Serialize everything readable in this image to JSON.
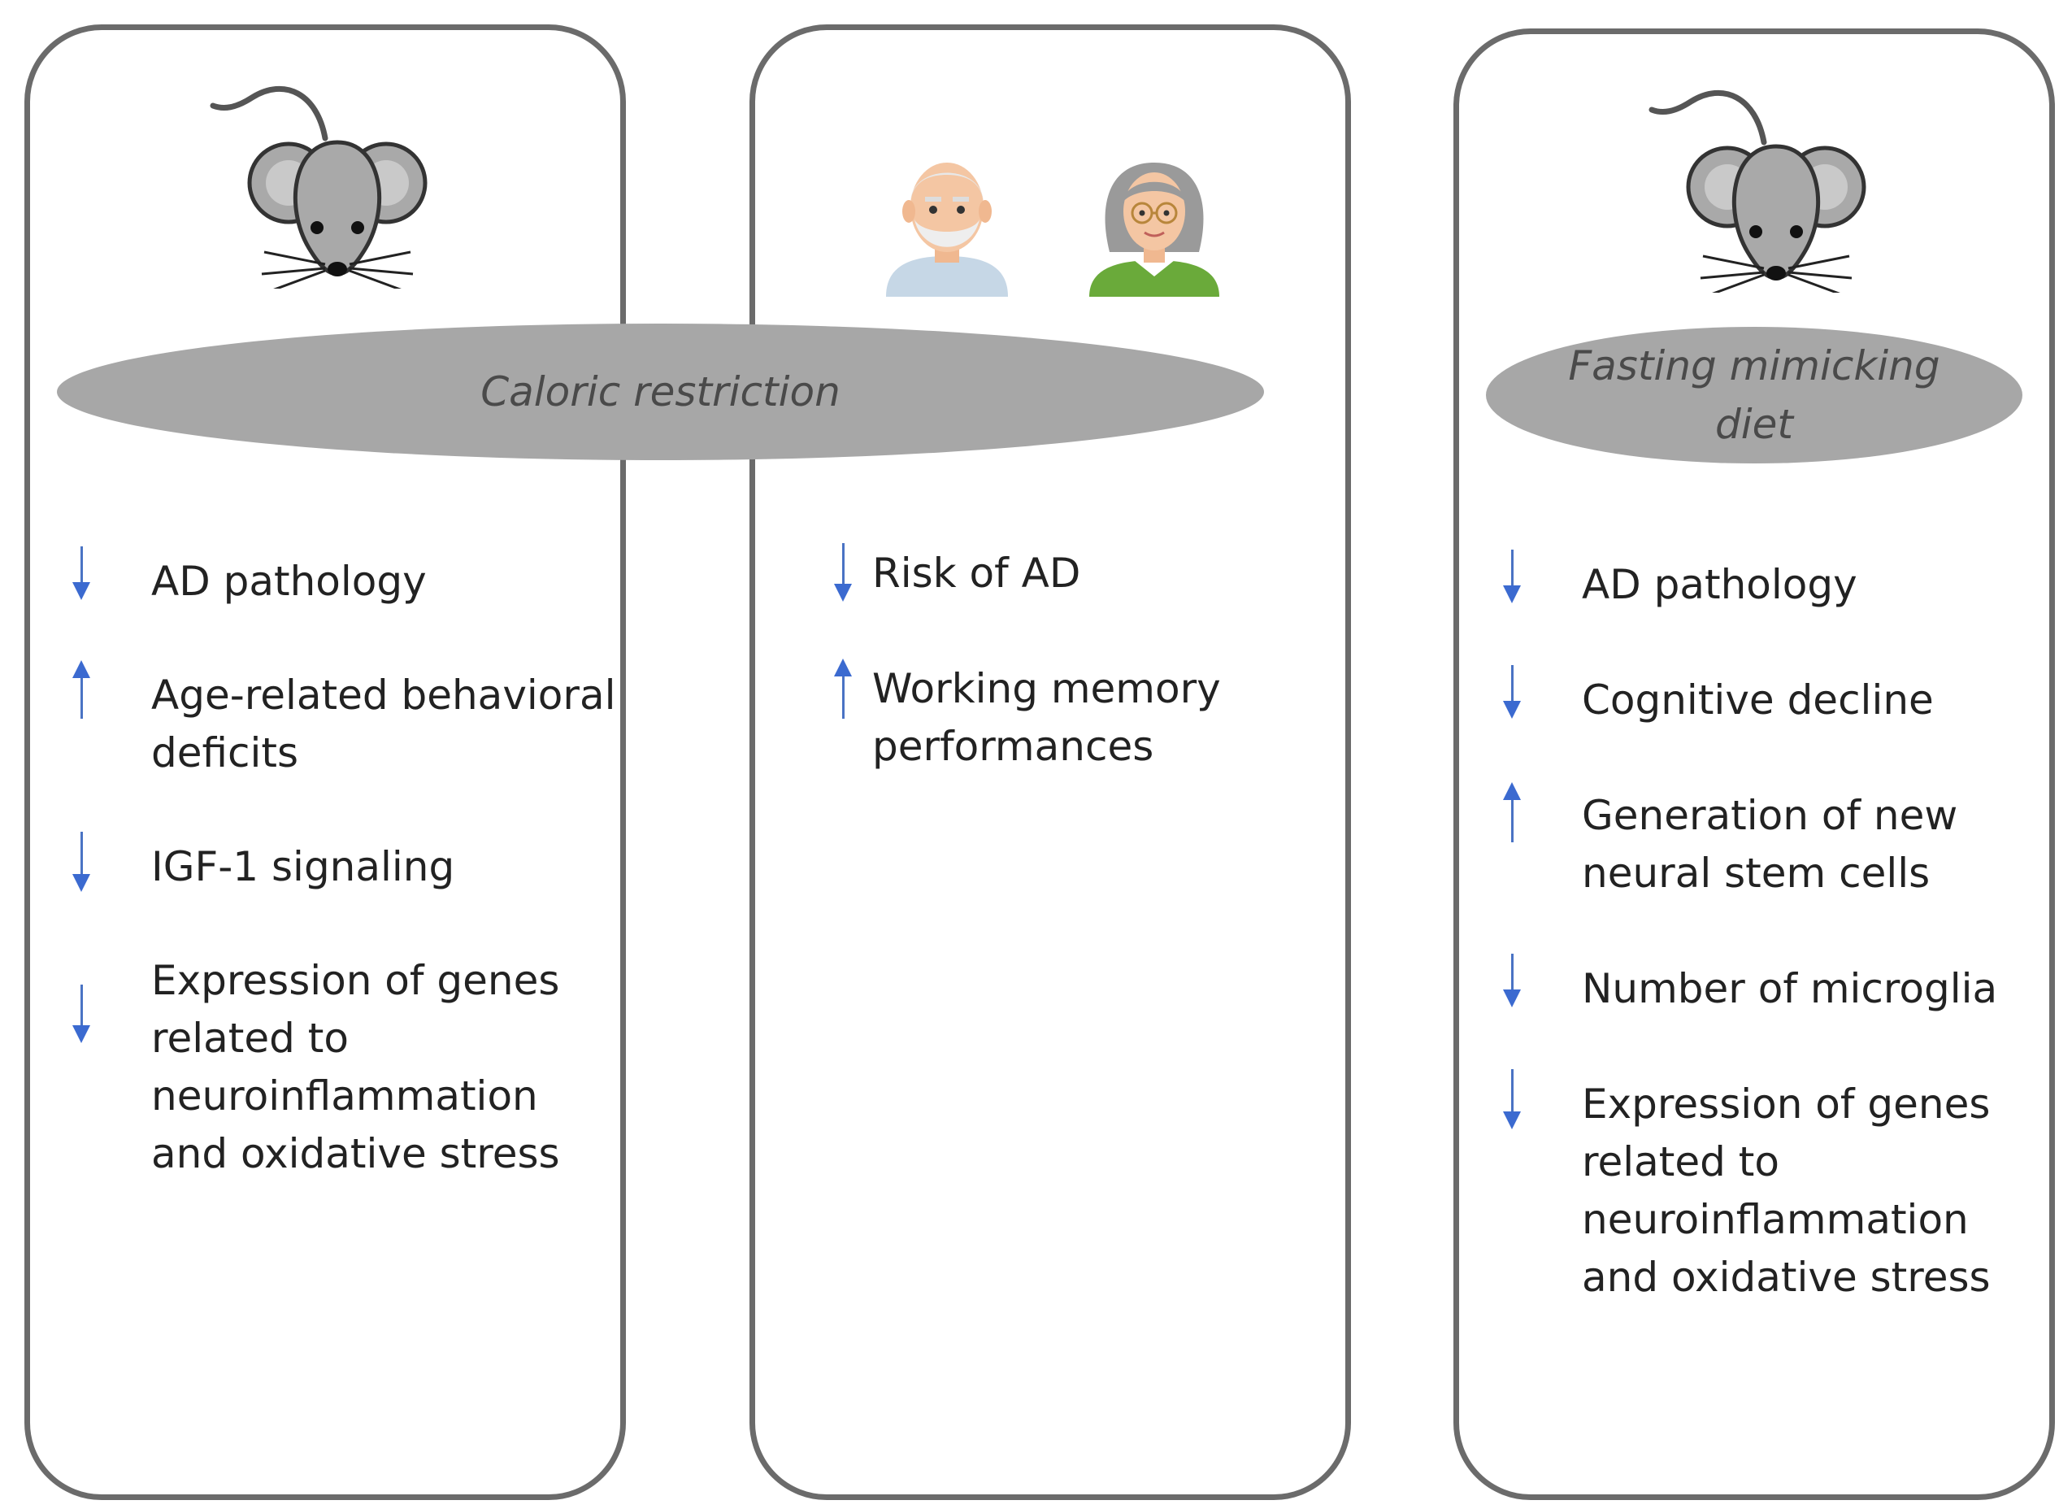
{
  "labels": {
    "caloric_restriction": "Caloric restriction",
    "fasting_mimicking_diet_line1": "Fasting mimicking",
    "fasting_mimicking_diet_line2": "diet"
  },
  "panels": {
    "left": {
      "effects": [
        {
          "direction": "down",
          "line1": "AD pathology",
          "line2": ""
        },
        {
          "direction": "up",
          "line1": "Age-related behavioral",
          "line2": "deficits"
        },
        {
          "direction": "down",
          "line1": "IGF-1 signaling",
          "line2": ""
        },
        {
          "direction": "down",
          "line1": "Expression of genes",
          "line2": "related to",
          "line3": "neuroinflammation",
          "line4": "and oxidative stress"
        }
      ]
    },
    "middle": {
      "effects": [
        {
          "direction": "down",
          "line1": "Risk of AD",
          "line2": ""
        },
        {
          "direction": "up",
          "line1": "Working memory",
          "line2": "performances"
        }
      ]
    },
    "right": {
      "effects": [
        {
          "direction": "down",
          "line1": "AD pathology"
        },
        {
          "direction": "down",
          "line1": "Cognitive decline"
        },
        {
          "direction": "up",
          "line1": "Generation of new",
          "line2": "neural stem cells"
        },
        {
          "direction": "down",
          "line1": "Number of microglia"
        },
        {
          "direction": "down",
          "line1": "Expression of genes",
          "line2": "related to",
          "line3": "neuroinflammation",
          "line4": "and oxidative stress"
        }
      ]
    }
  },
  "icons": {
    "left_subject": "mouse-icon",
    "middle_subject_1": "elderly-man-icon",
    "middle_subject_2": "elderly-woman-icon",
    "right_subject": "mouse-icon",
    "arrow_up": "arrow-up-icon",
    "arrow_down": "arrow-down-icon"
  },
  "colors": {
    "panel_border": "#6b6b6b",
    "pill_fill": "#a7a7a7",
    "arrow": "#3b6ad0",
    "mouse_body": "#a9a9a9"
  }
}
